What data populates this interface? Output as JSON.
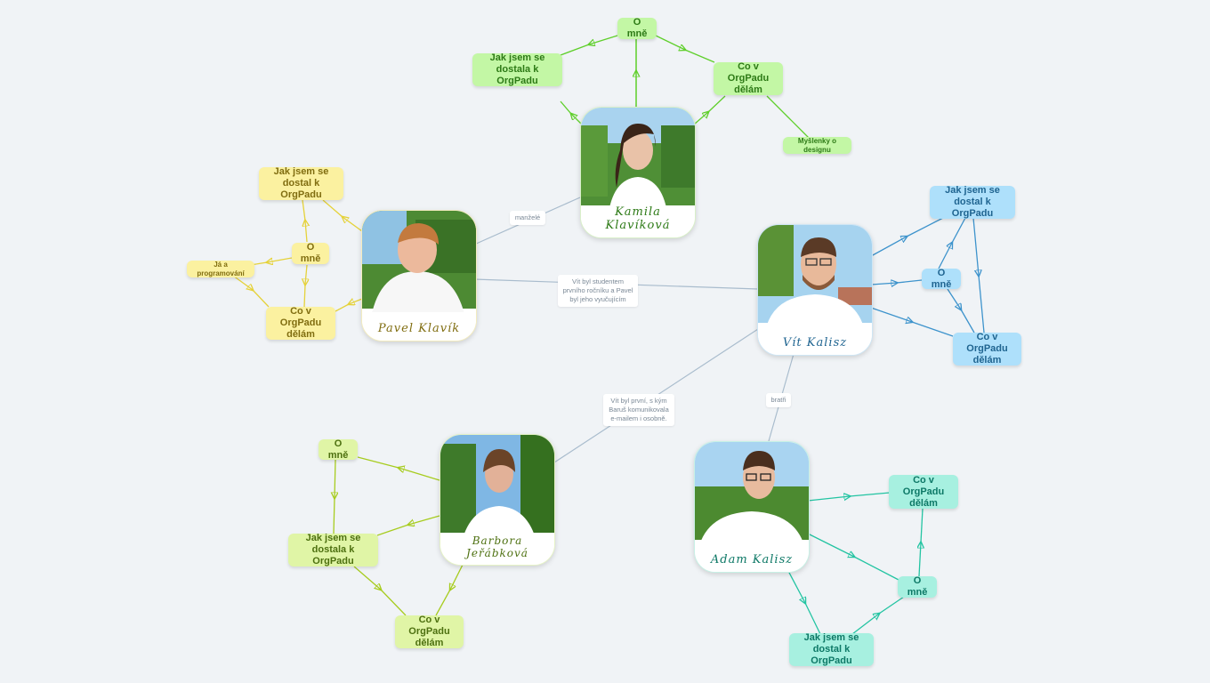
{
  "people": {
    "kamila": {
      "name": "Kamila Klavíková",
      "about": "O mně",
      "how": "Jak jsem se dostala k OrgPadu",
      "what": "Co v OrgPadu dělám",
      "extra": "Myšlenky o designu"
    },
    "pavel": {
      "name": "Pavel Klavík",
      "about": "O mně",
      "how": "Jak jsem se dostal k OrgPadu",
      "what": "Co v OrgPadu dělám",
      "extra": "Já a programování"
    },
    "vit": {
      "name": "Vít Kalisz",
      "about": "O mně",
      "how": "Jak jsem se dostal k OrgPadu",
      "what": "Co v OrgPadu dělám"
    },
    "barbora": {
      "name": "Barbora Jeřábková",
      "about": "O mně",
      "how": "Jak jsem se dostala k OrgPadu",
      "what": "Co v OrgPadu dělám"
    },
    "adam": {
      "name": "Adam Kalisz",
      "about": "O mně",
      "how": "Jak jsem se dostal k OrgPadu",
      "what": "Co v OrgPadu dělám"
    }
  },
  "relations": {
    "married": "manželé",
    "student": "Vít byl studentem prvního ročníku a Pavel byl jeho vyučujícím",
    "contact": "Vít byl první, s kým Baruš komunikovala e-mailem i osobně.",
    "brothers": "bratři"
  },
  "colors": {
    "background": "#f0f3f6",
    "green": "#5fcf2b",
    "yellow": "#e5d23a",
    "blue": "#3d93cc",
    "lime": "#a7cc1f",
    "teal": "#23c4a2",
    "relation": "#a9bccd"
  }
}
